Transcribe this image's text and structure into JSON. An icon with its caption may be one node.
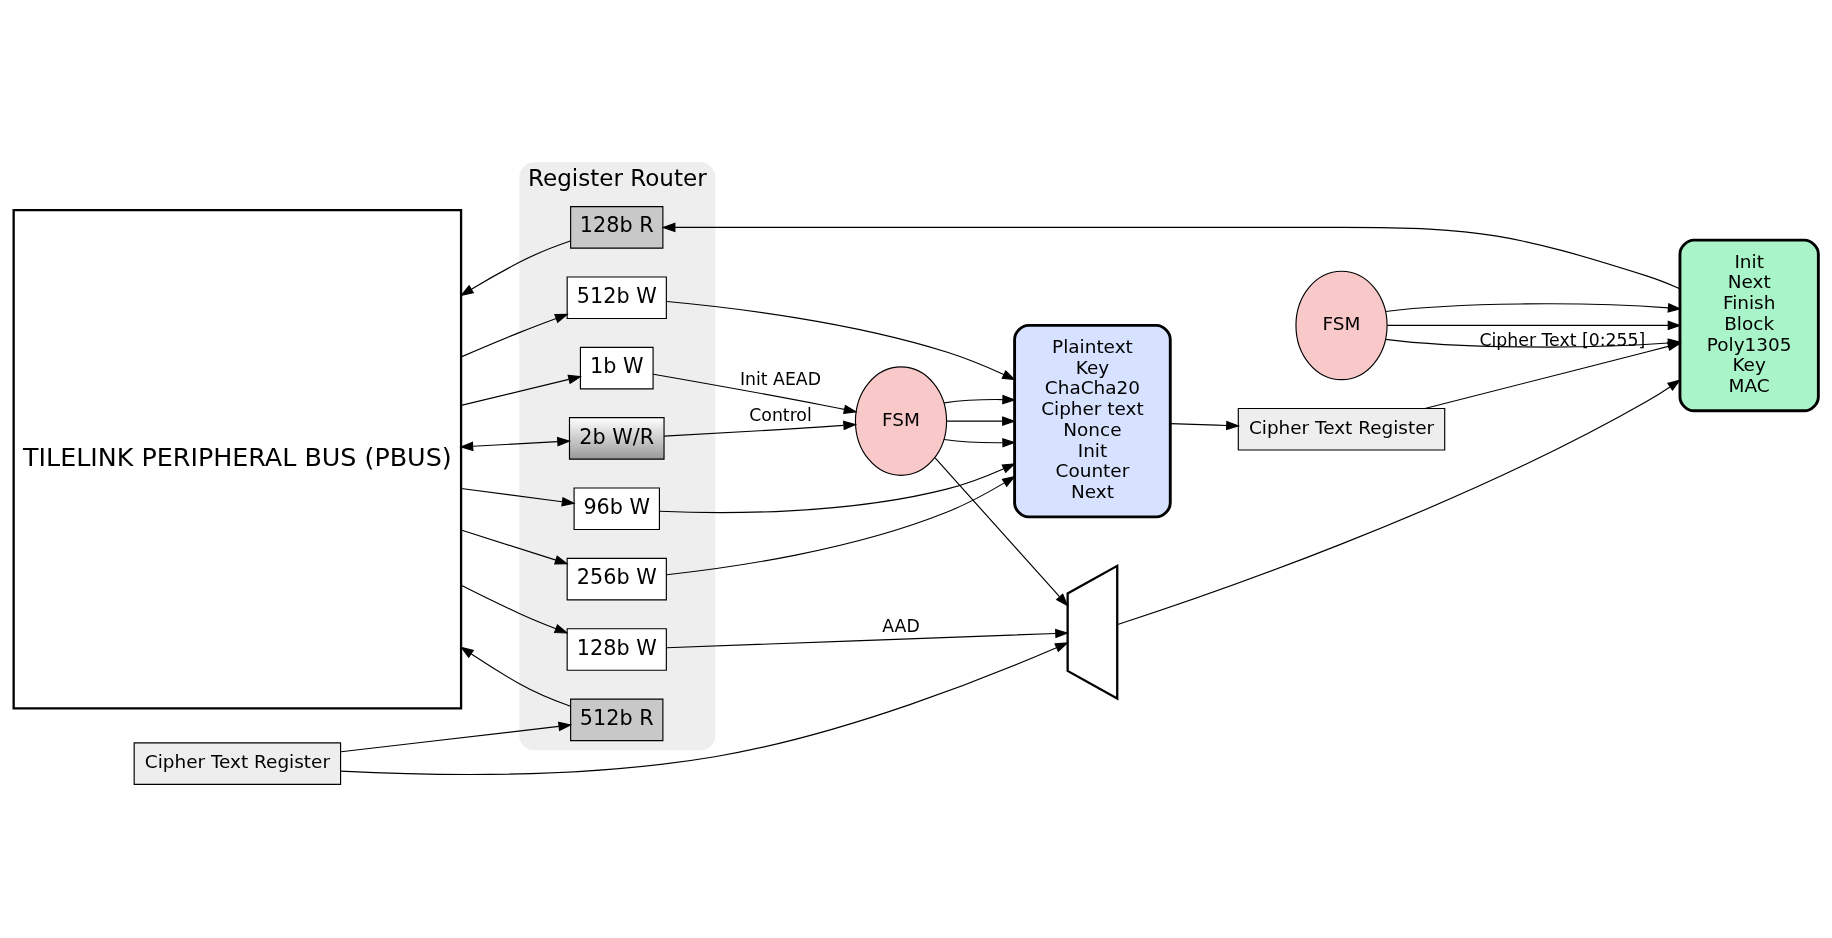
{
  "diagram": {
    "nodes": [
      {
        "text": [
          "Register Router"
        ]
      },
      {
        "text": [
          "512b W"
        ],
        "in": 0
      },
      {
        "text": [
          "256b W"
        ],
        "in": 0
      },
      {
        "text": [
          "96b W"
        ],
        "in": 0
      },
      {
        "text": [
          "1b W"
        ],
        "in": 0
      },
      {
        "text": [
          "2b W/R"
        ],
        "in": 0
      },
      {
        "text": [
          "128b W"
        ],
        "in": 0
      },
      {
        "text": [
          "512b R"
        ],
        "in": 0
      },
      {
        "text": [
          "128b R"
        ],
        "in": 0
      },
      {
        "text": [
          "Plaintext",
          "Key",
          "ChaCha20",
          "Cipher text",
          "Nonce",
          "Init",
          "Counter",
          "Next"
        ]
      },
      {
        "text": [
          "Cipher Text Register"
        ]
      },
      {
        "text": [
          "FSM"
        ]
      },
      {
        "text": [
          "FSM"
        ]
      },
      {
        "text": [],
        "shape": "trapezoid"
      },
      {
        "text": [
          "Init",
          "Next",
          "Finish",
          "Block",
          "Poly1305",
          "Key",
          "MAC"
        ]
      },
      {
        "text": [
          "Cipher Text Register"
        ]
      },
      {
        "text": [
          "TILELINK PERIPHERAL BUS (PBUS)"
        ]
      }
    ],
    "edges": [
      {
        "from": 16,
        "to": 1,
        "arrow": "to"
      },
      {
        "from": 16,
        "to": 2,
        "arrow": "to"
      },
      {
        "from": 16,
        "to": 3,
        "arrow": "to"
      },
      {
        "from": 16,
        "to": 4,
        "arrow": "to"
      },
      {
        "from": 16,
        "to": 5,
        "arrow": "both"
      },
      {
        "from": 16,
        "to": 6,
        "arrow": "to"
      },
      {
        "from": 7,
        "to": 16,
        "arrow": "to"
      },
      {
        "from": 8,
        "to": 16,
        "arrow": "to"
      },
      {
        "from": 1,
        "to": 9,
        "arrow": "to"
      },
      {
        "from": 2,
        "to": 9,
        "arrow": "to"
      },
      {
        "from": 3,
        "to": 9,
        "arrow": "to"
      },
      {
        "from": 9,
        "to": 10,
        "arrow": "to"
      },
      {
        "from": 10,
        "to": 14,
        "arrow": "to",
        "label": "Cipher Text [0:255]"
      },
      {
        "from": 4,
        "to": 11,
        "arrow": "to",
        "label": "Init AEAD"
      },
      {
        "from": 5,
        "to": 11,
        "arrow": "to",
        "label": "Control"
      },
      {
        "from": 11,
        "to": 9,
        "arrow": "to"
      },
      {
        "from": 11,
        "to": 9,
        "arrow": "to"
      },
      {
        "from": 11,
        "to": 9,
        "arrow": "to"
      },
      {
        "from": 11,
        "to": 13,
        "arrow": "to"
      },
      {
        "from": 6,
        "to": 13,
        "arrow": "to",
        "label": "AAD"
      },
      {
        "from": 15,
        "to": 7,
        "arrow": "to"
      },
      {
        "from": 15,
        "to": 13,
        "arrow": "to"
      },
      {
        "from": 13,
        "to": 14,
        "arrow": "to"
      },
      {
        "from": 12,
        "to": 14,
        "arrow": "to"
      },
      {
        "from": 12,
        "to": 14,
        "arrow": "to"
      },
      {
        "from": 12,
        "to": 14,
        "arrow": "to"
      },
      {
        "from": 14,
        "to": 8,
        "arrow": "to"
      }
    ]
  }
}
